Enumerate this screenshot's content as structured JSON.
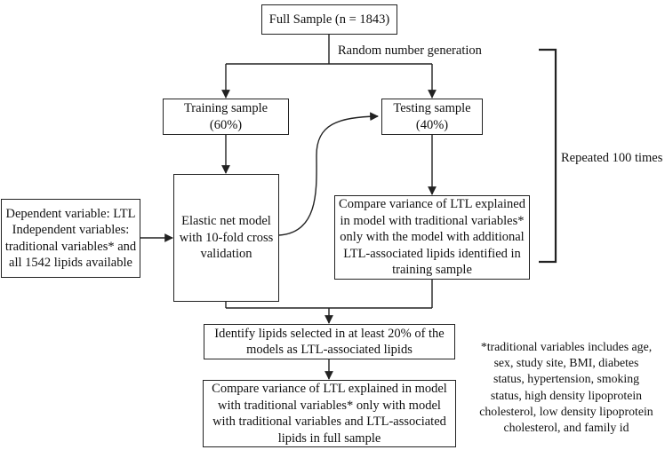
{
  "nodes": {
    "full_sample": "Full Sample (n = 1843)",
    "training": "Training sample\n(60%)",
    "testing": "Testing sample\n(40%)",
    "dependent": "Dependent variable: LTL\nIndependent variables:\ntraditional variables* and\nall 1542 lipids available",
    "elastic": "Elastic net model\nwith 10-fold cross\nvalidation",
    "compare_test": "Compare variance of LTL explained\nin model with traditional variables*\nonly with the model with additional\nLTL-associated lipids identified in\ntraining sample",
    "identify": "Identify lipids selected in at least 20% of the\nmodels as LTL-associated lipids",
    "compare_full": "Compare variance of LTL explained in model\nwith traditional variables* only with model\nwith traditional variables and LTL-associated\nlipids in full sample"
  },
  "labels": {
    "random": "Random number generation",
    "repeated": "Repeated 100 times"
  },
  "footnote": "*traditional variables includes age,\nsex, study site, BMI, diabetes\nstatus, hypertension, smoking\nstatus, high density lipoprotein\ncholesterol, low density lipoprotein\ncholesterol, and family id"
}
